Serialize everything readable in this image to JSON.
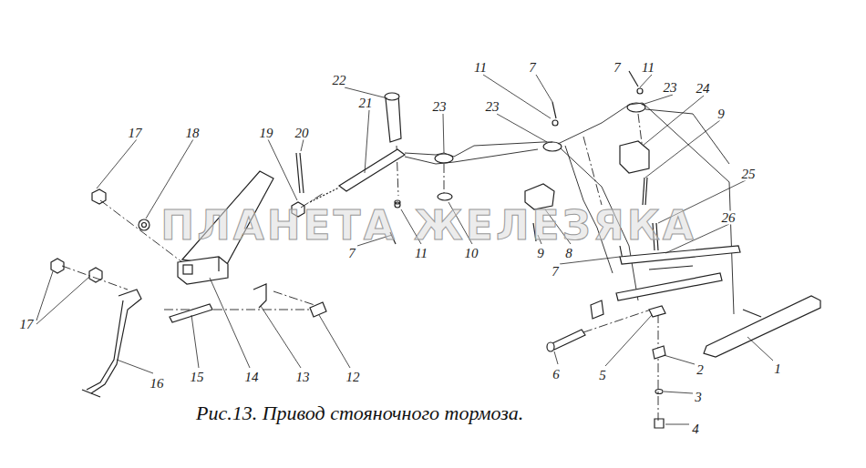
{
  "diagram": {
    "caption": "Рис.13. Привод стояночного тормоза.",
    "labels": [
      "17",
      "18",
      "19",
      "20",
      "22",
      "21",
      "11",
      "7",
      "23",
      "23",
      "7",
      "11",
      "23",
      "24",
      "9",
      "25",
      "26",
      "7",
      "11",
      "10",
      "9",
      "8",
      "7",
      "17",
      "16",
      "15",
      "14",
      "13",
      "12",
      "6",
      "5",
      "2",
      "1",
      "3",
      "4",
      "ПЛАНЕТА ЖЕЛЕЗЯКА"
    ]
  }
}
